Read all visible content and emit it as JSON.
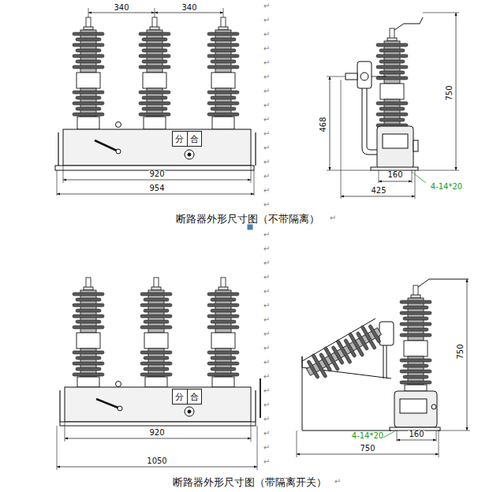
{
  "diagram": {
    "nodes": [
      {
        "text": [
          "分",
          "合"
        ]
      },
      {
        "text": [
          "分",
          "合"
        ]
      }
    ],
    "labels": [
      "340",
      "340",
      "920",
      "954",
      "750",
      "468",
      "160",
      "425",
      "4-14*20",
      "断路器外形尺寸图（不带隔离）",
      "920",
      "1050",
      "4-14*20",
      "160",
      "750",
      "750",
      "断路器外形尺寸图（带隔离开关）",
      "↵",
      "↵",
      "↵",
      "↵",
      "↵",
      "↵",
      "↵",
      "↵",
      "↵",
      "↵",
      "↵",
      "↵",
      "↵",
      "↵",
      "↵",
      "↵",
      "↵",
      "↵",
      "↵",
      "↵",
      "↵",
      "↵",
      "↵",
      "↵",
      "↵",
      "↵",
      "↵",
      "↵",
      "↵",
      "↵",
      "↵",
      "↵",
      "↵",
      "↵"
    ]
  }
}
